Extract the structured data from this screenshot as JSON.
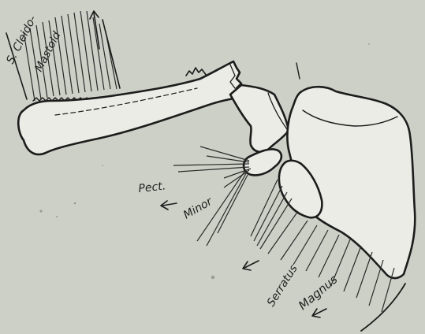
{
  "labels": {
    "scm_line1": "S. Cleido-",
    "scm_line2": "Mastoid",
    "pect_line1": "Pect.",
    "pect_line2": "Minor",
    "serratus_line1": "Serratus",
    "serratus_line2": "Magnus"
  },
  "colors": {
    "paper": "#cdd0c6",
    "ink": "#1c1c1c",
    "bone_fill": "#ecece6"
  }
}
